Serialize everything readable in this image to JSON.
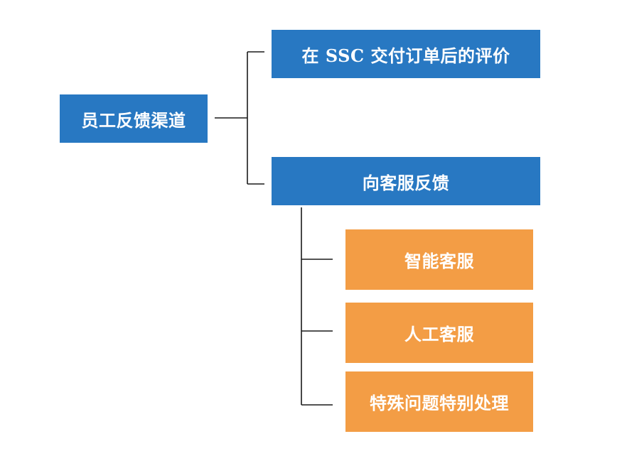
{
  "diagram": {
    "root": {
      "label": "员工反馈渠道"
    },
    "branches": [
      {
        "label": "在 SSC 交付订单后的评价"
      },
      {
        "label": "向客服反馈",
        "children": [
          {
            "label": "智能客服"
          },
          {
            "label": "人工客服"
          },
          {
            "label": "特殊问题特别处理"
          }
        ]
      }
    ]
  },
  "colors": {
    "level1": "#2878c2",
    "level2": "#f39d45",
    "connector": "#1a1a1a"
  }
}
